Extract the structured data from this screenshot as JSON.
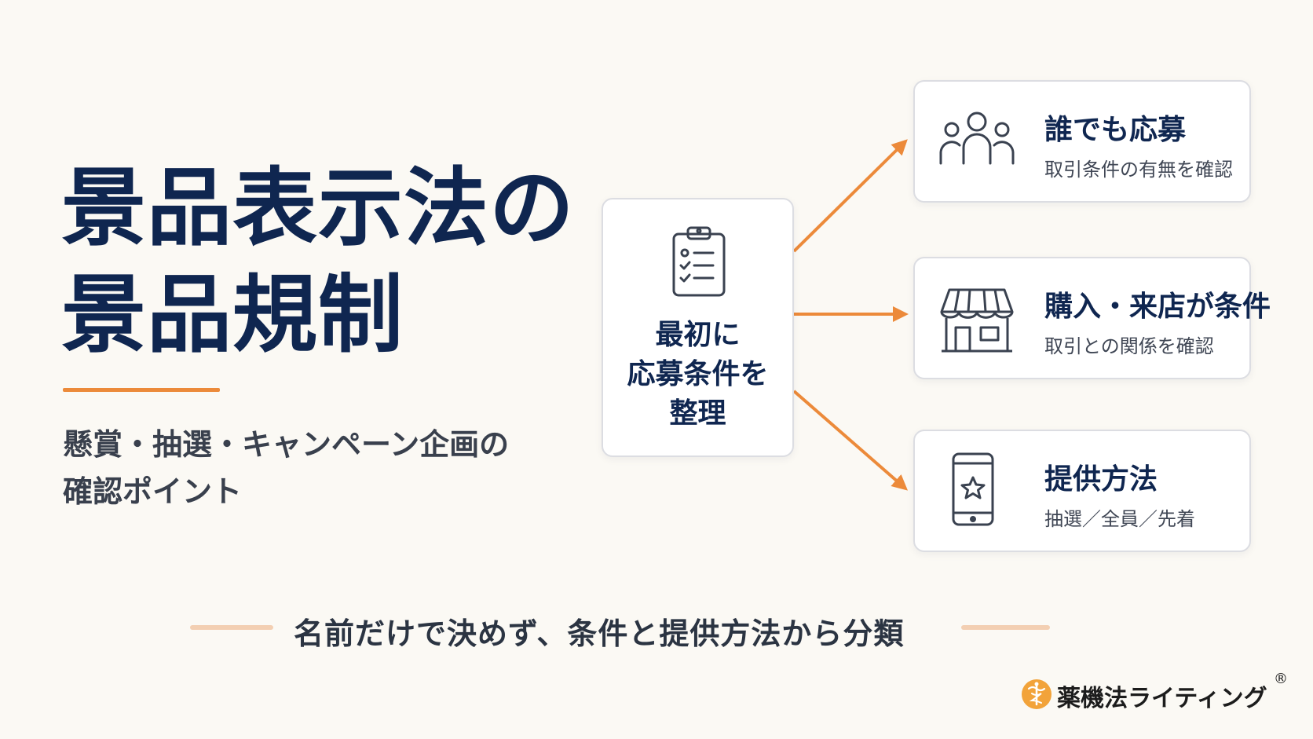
{
  "title": {
    "line1": "景品表示法の",
    "line2": "景品規制"
  },
  "subtitle": {
    "line1": "懸賞・抽選・キャンペーン企画の",
    "line2": "確認ポイント"
  },
  "center": {
    "icon": "clipboard-checklist-icon",
    "line1": "最初に",
    "line2": "応募条件を",
    "line3": "整理"
  },
  "options": [
    {
      "icon": "people-group-icon",
      "title": "誰でも応募",
      "desc": "取引条件の有無を確認"
    },
    {
      "icon": "storefront-icon",
      "title": "購入・来店が条件",
      "desc": "取引との関係を確認"
    },
    {
      "icon": "smartphone-star-icon",
      "title": "提供方法",
      "desc": "抽選／全員／先着"
    }
  ],
  "footer": {
    "text": "名前だけで決めず、条件と提供方法から分類"
  },
  "brand": {
    "name": "薬機法ライティング",
    "mark": "®"
  },
  "colors": {
    "navy": "#0f2650",
    "orange": "#ec8a3a",
    "background": "#fbf9f4"
  }
}
